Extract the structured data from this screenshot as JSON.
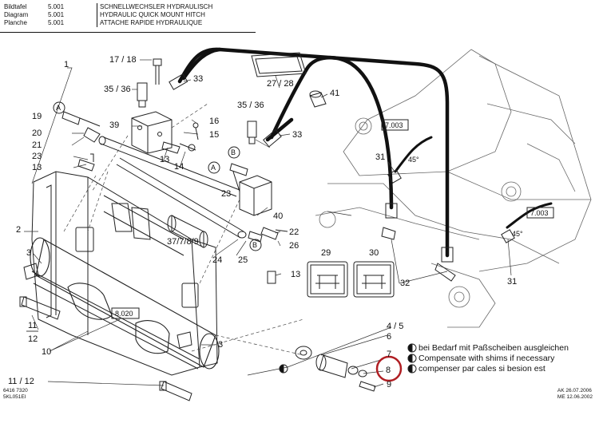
{
  "header": {
    "rows": [
      {
        "label": "Bildtafel",
        "number": "5.001",
        "title": "SCHNELLWECHSLER HYDRAULISCH"
      },
      {
        "label": "Diagram",
        "number": "5.001",
        "title": "HYDRAULIC QUICK MOUNT HITCH"
      },
      {
        "label": "Planche",
        "number": "5.001",
        "title": "ATTACHE RAPIDE HYDRAULIQUE"
      }
    ]
  },
  "callouts": {
    "c1": "1",
    "c2": "2",
    "c3": "3",
    "c3b": "3",
    "c6": "6",
    "c7": "7",
    "c8": "8",
    "c9": "9",
    "c10": "10",
    "c11": "11",
    "c12": "12",
    "c11_12": "11 / 12",
    "c4_5": "4 / 5",
    "c13a": "13",
    "c13b": "13",
    "c13c": "13",
    "c14": "14",
    "c15": "15",
    "c16": "16",
    "c17_18": "17 / 18",
    "c19": "19",
    "c20": "20",
    "c21": "21",
    "c22": "22",
    "c23a": "23",
    "c23b": "23",
    "c24": "24",
    "c25": "25",
    "c26": "26",
    "c27_28": "27 / 28",
    "c29": "29",
    "c30": "30",
    "c31a": "31",
    "c31b": "31",
    "c32": "32",
    "c33a": "33",
    "c33b": "33",
    "c35_36a": "35 / 36",
    "c35_36b": "35 / 36",
    "c37": "37/7/8/9",
    "c39": "39",
    "c40": "40",
    "c41": "41"
  },
  "markers": {
    "a": "A",
    "b": "B"
  },
  "angles": {
    "a1": "45°",
    "a2": "45°"
  },
  "ref_boxes": {
    "r7003a": "7.003",
    "r7003b": "7.003",
    "r8020": "8.020"
  },
  "notes": [
    "bei Bedarf mit Paßscheiben ausgleichen",
    "Compensate with shims if necessary",
    "compenser par cales si besion est"
  ],
  "footer_left": [
    "6416   7320",
    "5KL051EI"
  ],
  "footer_right": [
    "AK 26.07.2006",
    "ME 12.06.2002"
  ],
  "highlight_color": "#b01e23"
}
